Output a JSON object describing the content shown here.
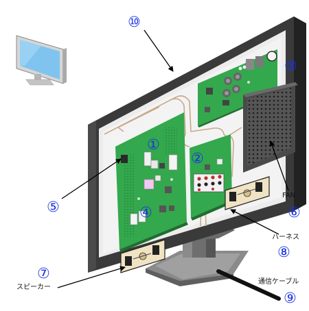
{
  "markers": {
    "m1": "①",
    "m2": "②",
    "m3": "③",
    "m4": "④",
    "m5": "⑤",
    "m6": "⑥",
    "m7": "⑦",
    "m8": "⑧",
    "m9": "⑨",
    "m10": "⑩"
  },
  "labels": {
    "fan": "FAN",
    "harness": "ハーネス",
    "speaker": "スピーカー",
    "cable": "通信ケーブル"
  },
  "colors": {
    "marker": "#1a33e6",
    "board": "#33a84d",
    "bezel": "#3a3a3a",
    "inner_panel": "#ececec",
    "screen_blue": "#7fc4ee"
  }
}
